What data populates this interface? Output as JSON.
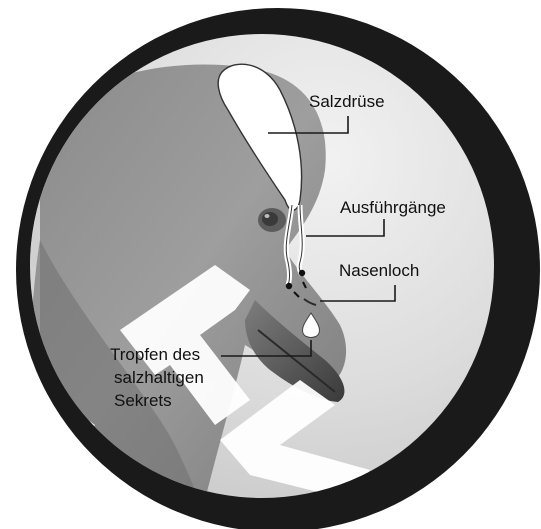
{
  "diagram": {
    "labels": {
      "salt_gland": "Salzdrüse",
      "ducts": "Ausführgänge",
      "nostril": "Nasenloch",
      "drop_line1": "Tropfen des",
      "drop_line2": "salzhaltigen",
      "drop_line3": "Sekrets"
    },
    "watermark": "FRV",
    "colors": {
      "frame": "#1a1a1a",
      "photo_background": "#d9d9d9",
      "bird": "#8c8c8c",
      "gland_fill": "#ffffff",
      "watermark": "#ffffff"
    }
  }
}
